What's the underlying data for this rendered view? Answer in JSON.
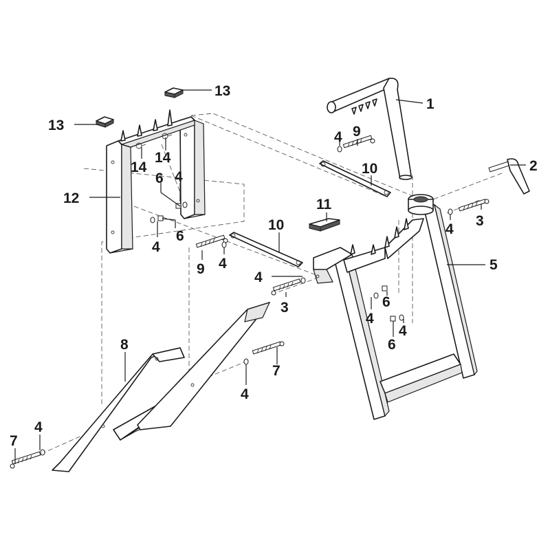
{
  "callouts": [
    {
      "id": "c1",
      "label": "1"
    },
    {
      "id": "c2",
      "label": "2"
    },
    {
      "id": "c3a",
      "label": "3"
    },
    {
      "id": "c3b",
      "label": "3"
    },
    {
      "id": "c4a",
      "label": "4"
    },
    {
      "id": "c4b",
      "label": "4"
    },
    {
      "id": "c4c",
      "label": "4"
    },
    {
      "id": "c4d",
      "label": "4"
    },
    {
      "id": "c4e",
      "label": "4"
    },
    {
      "id": "c4f",
      "label": "4"
    },
    {
      "id": "c4g",
      "label": "4"
    },
    {
      "id": "c4h",
      "label": "4"
    },
    {
      "id": "c4i",
      "label": "4"
    },
    {
      "id": "c4j",
      "label": "4"
    },
    {
      "id": "c5",
      "label": "5"
    },
    {
      "id": "c6a",
      "label": "6"
    },
    {
      "id": "c6b",
      "label": "6"
    },
    {
      "id": "c6c",
      "label": "6"
    },
    {
      "id": "c6d",
      "label": "6"
    },
    {
      "id": "c7a",
      "label": "7"
    },
    {
      "id": "c7b",
      "label": "7"
    },
    {
      "id": "c8",
      "label": "8"
    },
    {
      "id": "c9a",
      "label": "9"
    },
    {
      "id": "c9b",
      "label": "9"
    },
    {
      "id": "c10a",
      "label": "10"
    },
    {
      "id": "c10b",
      "label": "10"
    },
    {
      "id": "c11",
      "label": "11"
    },
    {
      "id": "c12",
      "label": "12"
    },
    {
      "id": "c13a",
      "label": "13"
    },
    {
      "id": "c13b",
      "label": "13"
    },
    {
      "id": "c14a",
      "label": "14"
    },
    {
      "id": "c14b",
      "label": "14"
    }
  ]
}
